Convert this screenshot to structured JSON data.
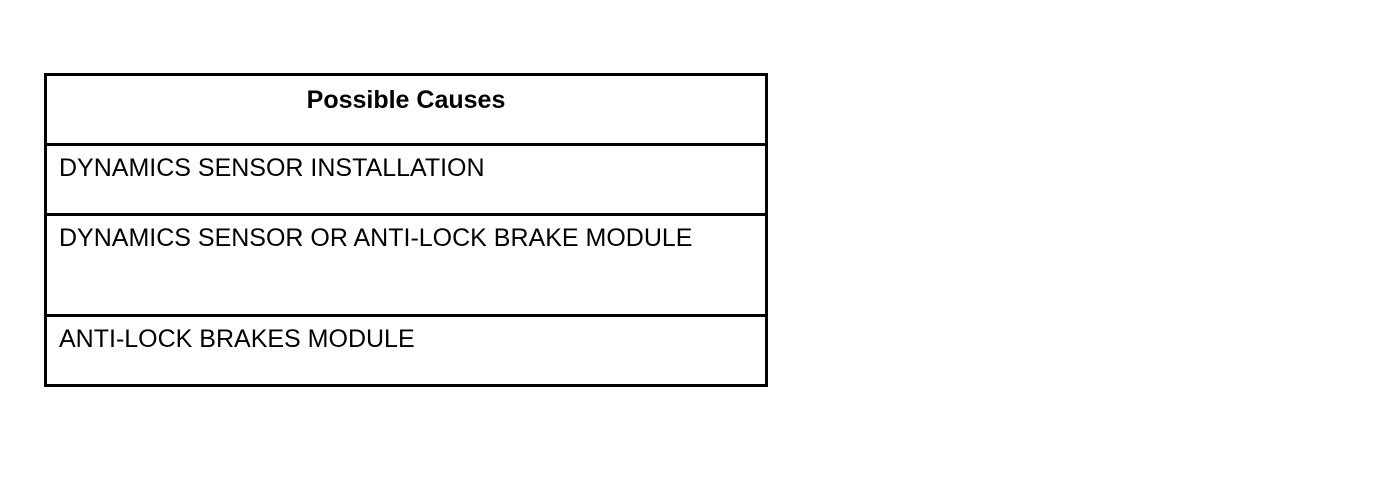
{
  "table": {
    "header": "Possible Causes",
    "rows": [
      "DYNAMICS SENSOR INSTALLATION",
      "DYNAMICS SENSOR OR ANTI-LOCK BRAKE MODULE",
      "ANTI-LOCK BRAKES MODULE"
    ]
  }
}
